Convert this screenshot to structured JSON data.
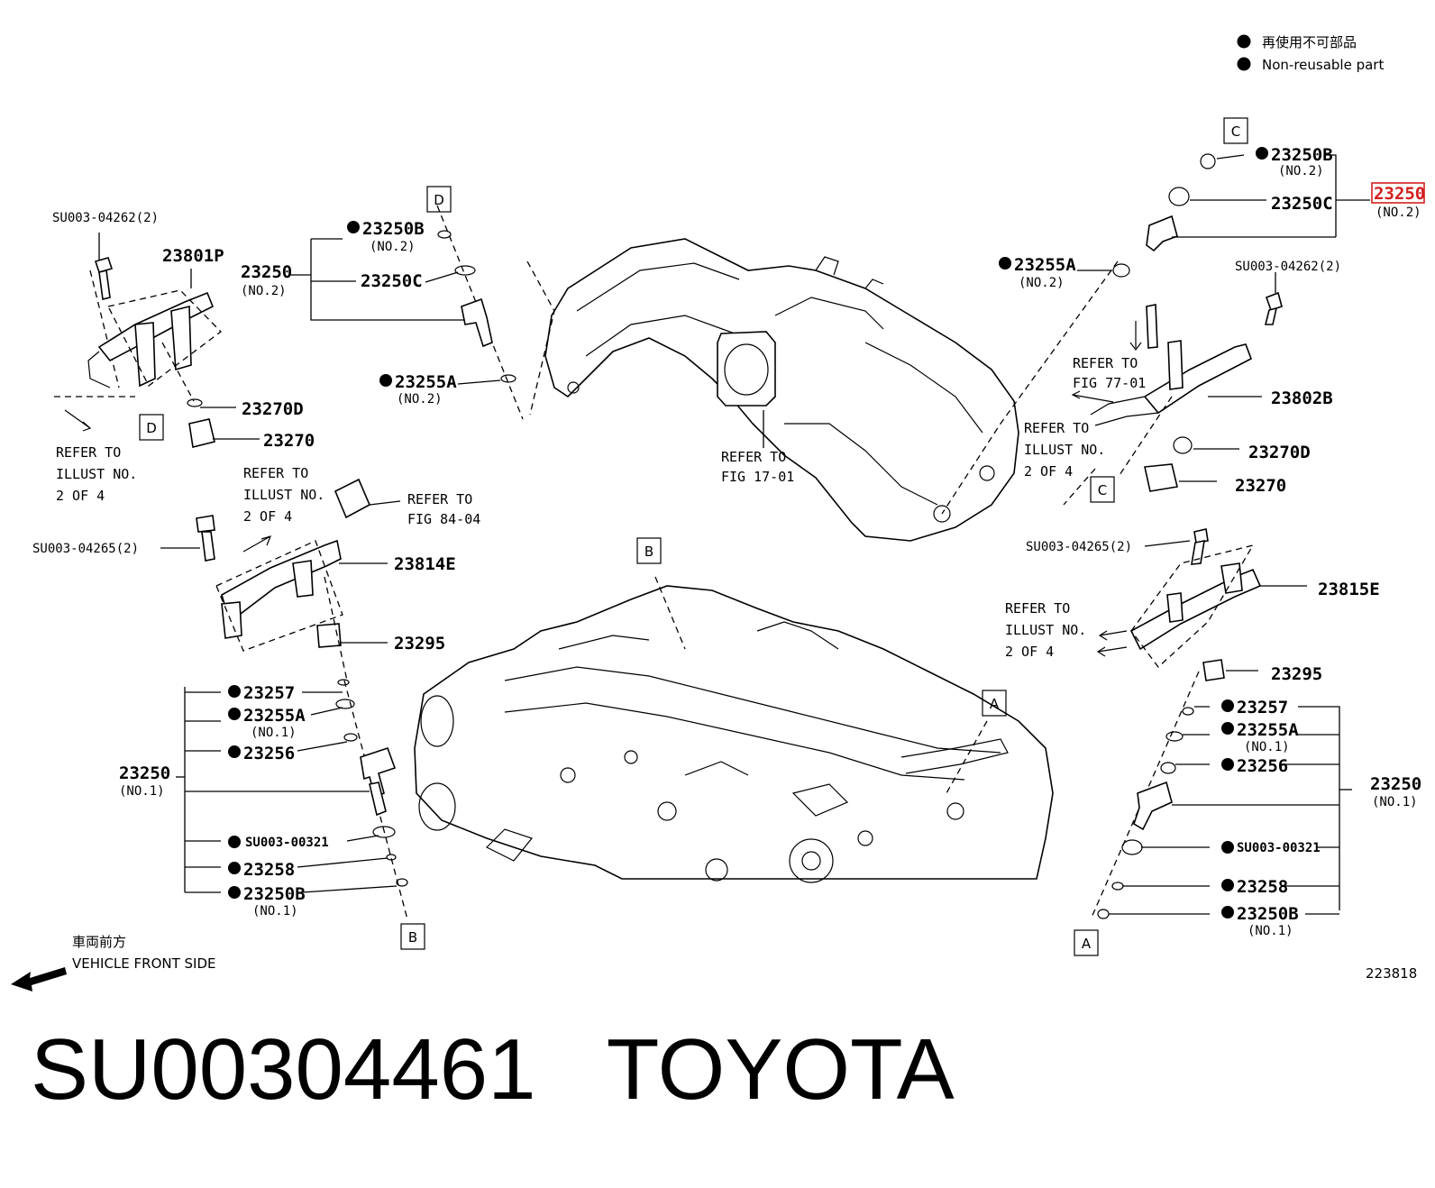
{
  "legend": {
    "jp": "再使用不可部品",
    "en": "Non-reusable part"
  },
  "caption": "SU00304461   TOYOTA",
  "illustration_id": "223818",
  "vehicle_front": {
    "jp": "車両前方",
    "en": "VEHICLE FRONT SIDE"
  },
  "refs": {
    "illust_left_1": "REFER TO",
    "illust_left_2": "ILLUST NO.",
    "illust_left_3": "2 OF 4",
    "illust_mid_1": "REFER TO",
    "illust_mid_2": "ILLUST NO.",
    "illust_mid_3": "2 OF 4",
    "fig84_1": "REFER TO",
    "fig84_2": "FIG 84-04",
    "fig17_1": "REFER TO",
    "fig17_2": "FIG 17-01",
    "fig77_1": "REFER TO",
    "fig77_2": "FIG 77-01",
    "illust_right_1": "REFER TO",
    "illust_right_2": "ILLUST NO.",
    "illust_right_3": "2 OF 4",
    "illust_rlow_1": "REFER TO",
    "illust_rlow_2": "ILLUST NO.",
    "illust_rlow_3": "2 OF 4"
  },
  "boxes": {
    "c_top": "C",
    "d_top": "D",
    "d_left": "D",
    "c_mid": "C",
    "b_mid": "B",
    "a_mid": "A",
    "b_bottom": "B",
    "a_bottom": "A"
  },
  "parts": {
    "su_04262_left": "SU003-04262(2)",
    "p23801p": "23801P",
    "p23270d_left": "23270D",
    "p23270_left": "23270",
    "su_04265_left": "SU003-04265(2)",
    "p23814e": "23814E",
    "p23295_left": "23295",
    "p23257_left": "23257",
    "p23255a_no1_left": "23255A",
    "no1_a_left": "(NO.1)",
    "p23256_left": "23256",
    "p23250_no1_left": "23250",
    "no1_left": "(NO.1)",
    "su_00321_left": "SU003-00321",
    "p23258_left": "23258",
    "p23250b_no1_left": "23250B",
    "no1_b_left": "(NO.1)",
    "p23250b_no2_top": "23250B",
    "no2_b_top": "(NO.2)",
    "p23250_no2_mid": "23250",
    "no2_mid": "(NO.2)",
    "p23250c_mid": "23250C",
    "p23255a_no2_mid": "23255A",
    "no2_a_mid": "(NO.2)",
    "p23250b_no2_right": "23250B",
    "no2_b_right": "(NO.2)",
    "p23250c_right": "23250C",
    "p23250_no2_right": "23250",
    "no2_right": "(NO.2)",
    "p23255a_no2_right": "23255A",
    "no2_a_right": "(NO.2)",
    "su_04262_right": "SU003-04262(2)",
    "p23802b": "23802B",
    "p23270d_right": "23270D",
    "p23270_right": "23270",
    "su_04265_right": "SU003-04265(2)",
    "p23815e": "23815E",
    "p23295_right": "23295",
    "p23257_right": "23257",
    "p23255a_no1_right": "23255A",
    "no1_a_right": "(NO.1)",
    "p23256_right": "23256",
    "p23250_no1_right": "23250",
    "no1_right": "(NO.1)",
    "su_00321_right": "SU003-00321",
    "p23258_right": "23258",
    "p23250b_no1_right": "23250B",
    "no1_b_right": "(NO.1)"
  },
  "highlight_color": "#d21f1f"
}
